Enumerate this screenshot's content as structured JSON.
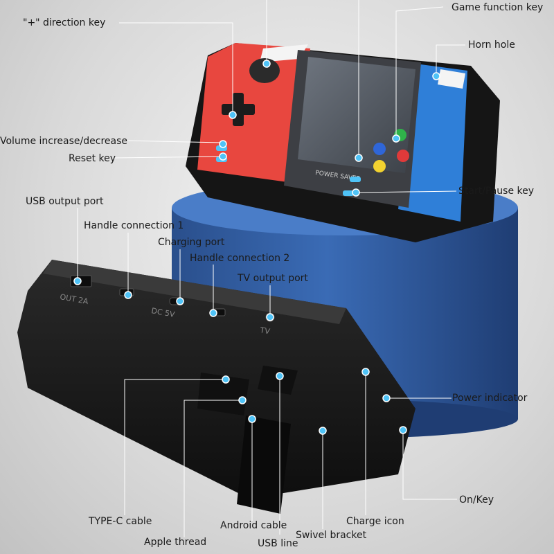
{
  "labels": {
    "direction_key": "\"+\" direction key",
    "game_function_key": "Game function key",
    "horn_hole": "Horn hole",
    "volume": "Volume increase/decrease",
    "reset_key": "Reset key",
    "start_pause_key": "Start/Pause key",
    "usb_output_port": "USB output port",
    "handle_connection_1": "Handle connection 1",
    "charging_port": "Charging port",
    "handle_connection_2": "Handle connection 2",
    "tv_output_port": "TV output port",
    "power_indicator": "Power indicator",
    "on_key": "On/Key",
    "type_c_cable": "TYPE-C cable",
    "apple_thread": "Apple thread",
    "android_cable": "Android cable",
    "usb_line": "USB line",
    "swivel_bracket": "Swivel bracket",
    "charge_icon": "Charge icon"
  },
  "device_markings": {
    "out": "OUT 2A",
    "dc": "DC 5V",
    "tv": "TV",
    "screen_brand": "POWER SAVER"
  },
  "colors": {
    "callout_dot": "#4fc3f7",
    "callout_line": "#ffffff",
    "shell_red": "#e8473f",
    "shell_blue": "#2f7fd8",
    "stand_blue": "#2d5a9e",
    "body_black": "#1b1b1b"
  }
}
